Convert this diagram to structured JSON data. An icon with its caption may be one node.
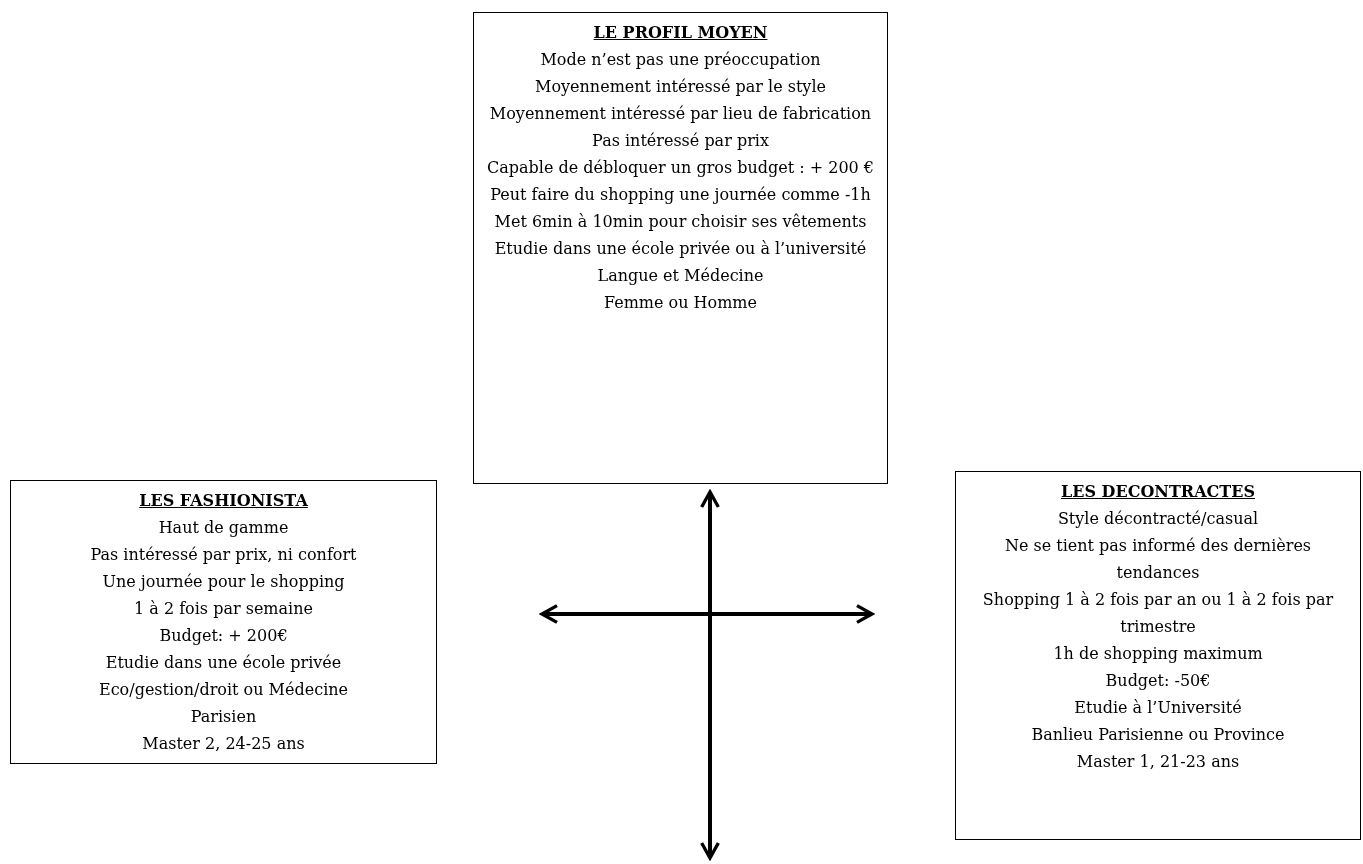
{
  "diagram": {
    "nodes": [
      {
        "text": [
          "LE PROFIL MOYEN",
          "Mode n’est pas une préoccupation",
          "Moyennement intéressé par le style",
          "Moyennement intéressé par lieu de fabrication",
          "Pas intéressé par prix",
          "Capable de débloquer un gros budget : + 200 €",
          "Peut faire du shopping une journée comme -1h",
          "Met 6min à 10min pour choisir ses vêtements",
          "Etudie dans une école privée ou à l’université",
          "Langue et Médecine",
          "Femme ou Homme"
        ]
      },
      {
        "text": [
          "LES FASHIONISTA",
          "Haut de gamme",
          "Pas intéressé par prix, ni confort",
          "Une journée pour le shopping",
          "1 à 2 fois par semaine",
          "Budget: + 200€",
          "Etudie dans une école privée",
          "Eco/gestion/droit ou Médecine",
          "Parisien",
          "Master 2, 24-25 ans"
        ]
      },
      {
        "text": [
          "LES DECONTRACTES",
          "Style décontracté/casual",
          "Ne se tient pas informé des dernières tendances",
          "Shopping 1 à 2 fois par an ou 1 à 2 fois par trimestre",
          "1h de shopping maximum",
          "Budget:  -50€",
          "Etudie à l’Université",
          "Banlieu Parisienne ou Province",
          "Master 1, 21-23 ans"
        ]
      }
    ]
  }
}
